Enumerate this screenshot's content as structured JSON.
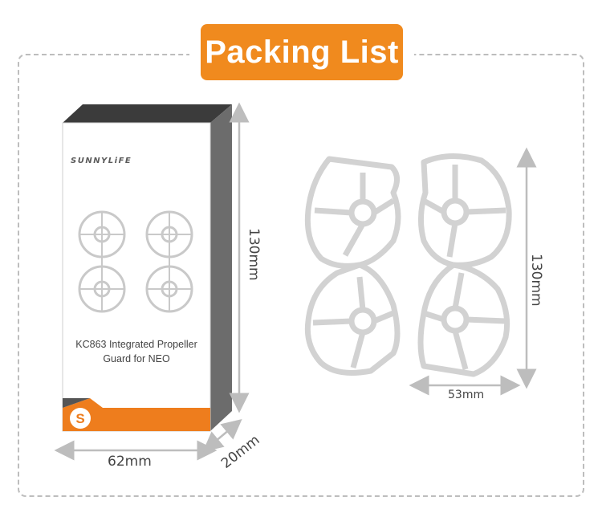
{
  "header": {
    "title": "Packing List"
  },
  "box": {
    "brand": "SUNNYLiFE",
    "product_line1": "KC863 Integrated Propeller",
    "product_line2": "Guard for NEO",
    "logo_letter": "S"
  },
  "dimensions": {
    "box_height": "130mm",
    "box_width": "62mm",
    "box_depth": "20mm",
    "guard_height": "130mm",
    "guard_width": "53mm"
  },
  "colors": {
    "accent": "#f08a1e",
    "guard": "#cfcfcf",
    "box_side": "#6c6c6c",
    "box_top": "#3b3b3b"
  }
}
